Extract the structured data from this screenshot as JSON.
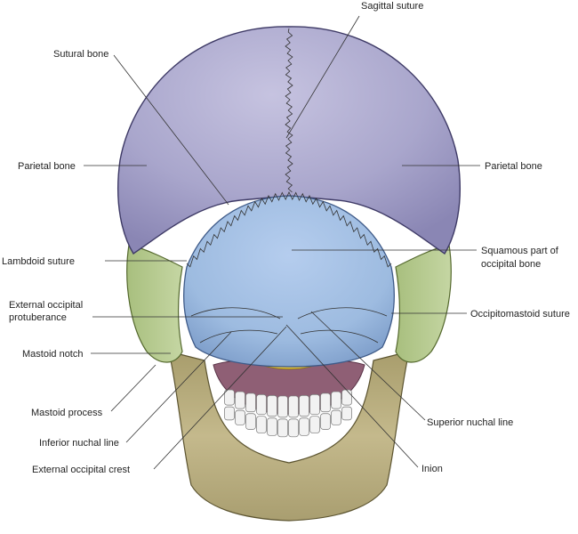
{
  "labels": {
    "sagittal_suture": "Sagittal suture",
    "sutural_bone": "Sutural bone",
    "parietal_bone_left": "Parietal bone",
    "parietal_bone_right": "Parietal bone",
    "lambdoid_suture": "Lambdoid suture",
    "squamous_line1": "Squamous part of",
    "squamous_line2": "occipital bone",
    "ext_occ_prot_line1": "External occipital",
    "ext_occ_prot_line2": "protuberance",
    "occipitomastoid_suture": "Occipitomastoid suture",
    "mastoid_notch": "Mastoid notch",
    "mastoid_process": "Mastoid process",
    "superior_nuchal_line": "Superior nuchal line",
    "inferior_nuchal_line": "Inferior nuchal line",
    "external_occipital_crest": "External occipital crest",
    "inion": "Inion"
  },
  "colors": {
    "parietal": "#a9a6cc",
    "occipital": "#9dbbe0",
    "temporal": "#b4c88f",
    "mandible": "#bfb487",
    "teeth": "#f2f2f2",
    "palate": "#8f5f75",
    "atlas": "#e3c23f"
  }
}
